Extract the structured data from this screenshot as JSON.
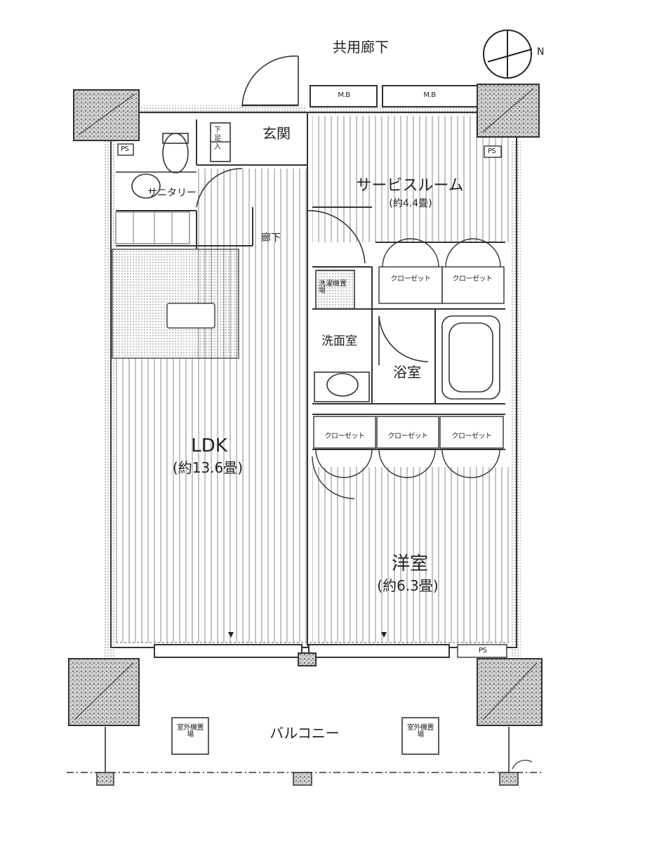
{
  "corridor": "共用廊下",
  "north_mark": "N",
  "meter_box_left": "M.B",
  "meter_box_right": "M.B",
  "entrance": "玄関",
  "shoe_box": "下足入",
  "sanitary": "サニタリー",
  "hallway": "廊下",
  "service_room": {
    "name": "サービスルーム",
    "size": "(約4.4畳)"
  },
  "ldk": {
    "name": "LDK",
    "size": "(約13.6畳)"
  },
  "western_room": {
    "name": "洋室",
    "size": "(約6.3畳)"
  },
  "washroom": "洗面室",
  "bath": "浴室",
  "laundry": "洗濯機置場",
  "closet_labels": [
    "クローゼット",
    "クローゼット",
    "クローゼット",
    "クローゼット",
    "クローゼット"
  ],
  "pipe_spaces": [
    "PS",
    "PS",
    "PS"
  ],
  "balcony": "バルコニー",
  "outdoor_unit_left": "室外機置場",
  "outdoor_unit_right": "室外機置場"
}
